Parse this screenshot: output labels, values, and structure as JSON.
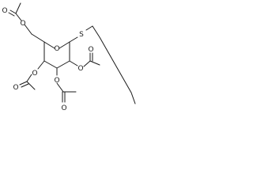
{
  "molecule": {
    "atom_labels": {
      "ring_oxygen": "O",
      "thio_sulfur": "S",
      "o6_ester_oxygen": "O",
      "o6_carbonyl_oxygen": "O",
      "o4_ester_oxygen": "O",
      "o4_carbonyl_oxygen": "O",
      "o3_ester_oxygen": "O",
      "o3_carbonyl_oxygen": "O",
      "o2_ester_oxygen": "O",
      "o2_carbonyl_oxygen": "O"
    },
    "colors": {
      "bond": "#1a1a1a",
      "background": "#ffffff"
    }
  }
}
